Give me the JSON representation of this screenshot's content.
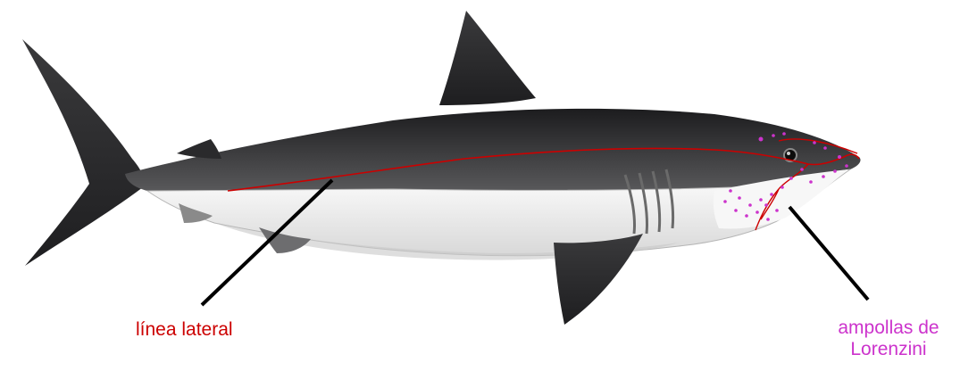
{
  "labels": {
    "lateral_line": "línea lateral",
    "ampullae_line1": "ampollas de",
    "ampullae_line2": "Lorenzini"
  },
  "colors": {
    "lateral_line": "#cc0000",
    "ampullae": "#cc33cc",
    "leader": "#000000",
    "shark_dark": "#2c2c2e",
    "shark_light": "#f2f2f2"
  }
}
